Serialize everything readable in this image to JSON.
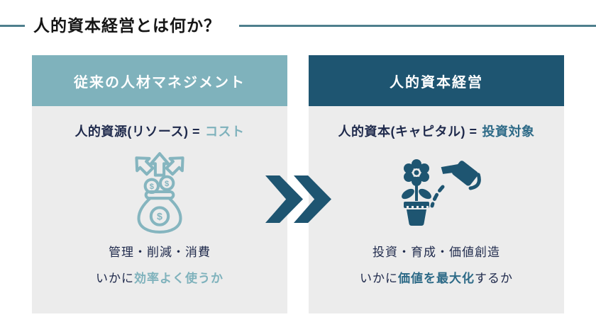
{
  "page": {
    "title": "人的資本経営とは何か？"
  },
  "colors": {
    "teal_light": "#7FB2BC",
    "teal_dark": "#1E5571",
    "teal_mid": "#2D6A87",
    "navy_text": "#1F2A4C",
    "card_body_bg": "#ECECEC",
    "title_rule": "#4E7F8D"
  },
  "left_card": {
    "header": "従来の人材マネジメント",
    "equation_label": "人的資源(リソース) =",
    "equation_value": "コスト",
    "icon": "money-bag-outflow-icon",
    "line1": "管理・削減・消費",
    "line2_prefix": "いかに",
    "line2_highlight": "効率よく使うか",
    "line2_suffix": ""
  },
  "right_card": {
    "header": "人的資本経営",
    "equation_label": "人的資本(キャピタル) =",
    "equation_value": "投資対象",
    "icon": "watering-flower-icon",
    "line1": "投資・育成・価値創造",
    "line2_prefix": "いかに",
    "line2_highlight": "価値を最大化",
    "line2_suffix": "するか"
  },
  "arrow": {
    "icon": "double-chevron-right-icon"
  }
}
